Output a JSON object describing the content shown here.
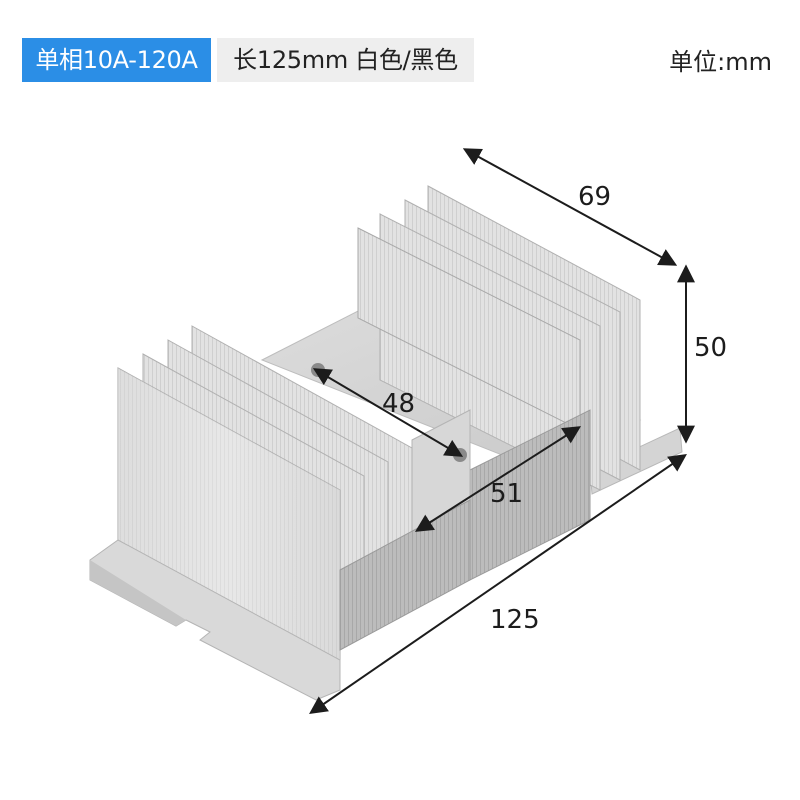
{
  "header": {
    "model_tag": "单相10A-120A",
    "spec_tag": "长125mm 白色/黑色",
    "unit_label": "单位:mm"
  },
  "dimensions": {
    "depth": "69",
    "height": "50",
    "hole_spacing": "48",
    "mount_width": "51",
    "length": "125"
  },
  "colors": {
    "tag_blue": "#2b8ee6",
    "tag_grey": "#eeeeee",
    "aluminum_light": "#e4e4e4",
    "aluminum_mid": "#cfcfcf",
    "aluminum_dark": "#9a9a9a"
  },
  "product": "aluminum-heatsink-icon"
}
